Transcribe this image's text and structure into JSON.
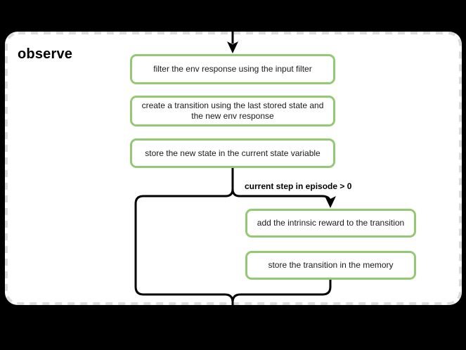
{
  "diagram": {
    "group_title": "observe",
    "nodes": [
      {
        "id": "filter-env-response",
        "label": "filter the env response using the input filter"
      },
      {
        "id": "create-transition",
        "label": "create a transition using the last stored state and the new env response"
      },
      {
        "id": "store-new-state",
        "label": "store the new state in the current state variable"
      },
      {
        "id": "add-intrinsic-reward",
        "label": "add the intrinsic reward to the transition"
      },
      {
        "id": "store-transition",
        "label": "store the transition in the memory"
      }
    ],
    "condition_label": "current step in episode > 0",
    "colors": {
      "background": "#000000",
      "panel_fill": "#ffffff",
      "panel_border": "#dcdcdc",
      "node_border": "#94c973",
      "node_fill": "#ffffff",
      "connector": "#000000",
      "text": "#1a1a1a"
    }
  }
}
